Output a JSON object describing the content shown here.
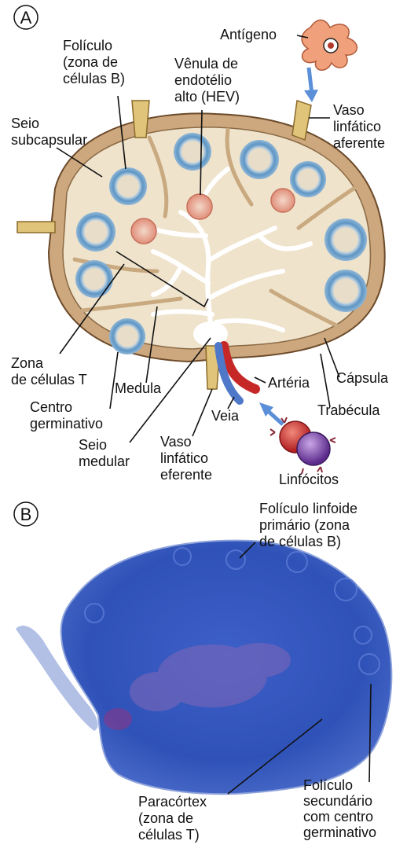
{
  "panel_a": {
    "letter": "A",
    "labels": {
      "foliculo": [
        "Folículo",
        "(zona de",
        "células B)"
      ],
      "venula": [
        "Vênula de",
        "endotélio",
        "alto (HEV)"
      ],
      "antigeno": "Antígeno",
      "vaso_aferente": [
        "Vaso",
        "linfático",
        "aferente"
      ],
      "seio_subcapsular": [
        "Seio",
        "subcapsular"
      ],
      "zona_t": [
        "Zona",
        "de células T"
      ],
      "medula": "Medula",
      "centro_germinativo": [
        "Centro",
        "germinativo"
      ],
      "seio_medular": [
        "Seio",
        "medular"
      ],
      "arteria": "Artéria",
      "capsula": "Cápsula",
      "trabecula": "Trabécula",
      "veia": "Veia",
      "vaso_eferente": [
        "Vaso",
        "linfático",
        "eferente"
      ],
      "linfocitos": "Linfócitos"
    }
  },
  "panel_b": {
    "letter": "B",
    "labels": {
      "foliculo_primario": [
        "Folículo linfoide",
        "primário (zona",
        "de células B)"
      ],
      "paracortex": [
        "Paracórtex",
        "(zona de",
        "células T)"
      ],
      "foliculo_secundario": [
        "Folículo",
        "secundário",
        "com centro",
        "germinativo"
      ]
    }
  }
}
